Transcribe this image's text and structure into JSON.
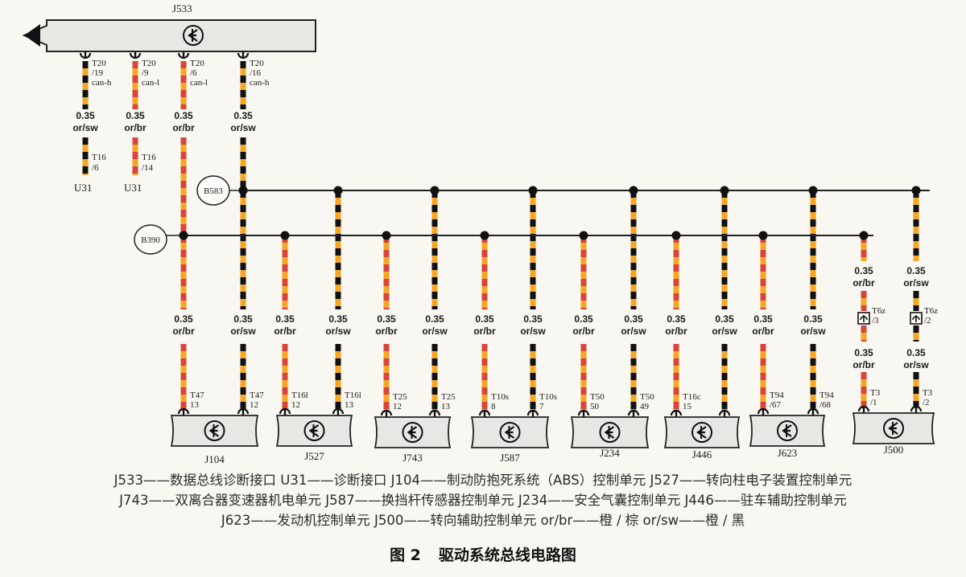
{
  "diagram": {
    "gateway": {
      "label": "J533"
    },
    "gateway_pins": [
      {
        "conn": "T20",
        "pin": "/19",
        "sig": "can-h"
      },
      {
        "conn": "T20",
        "pin": "/9",
        "sig": "can-l"
      },
      {
        "conn": "T20",
        "pin": "/6",
        "sig": "can-l"
      },
      {
        "conn": "T20",
        "pin": "/16",
        "sig": "can-h"
      }
    ],
    "gateway_wires": [
      {
        "gauge": "0.35",
        "color": "or/sw"
      },
      {
        "gauge": "0.35",
        "color": "or/br"
      },
      {
        "gauge": "0.35",
        "color": "or/br"
      },
      {
        "gauge": "0.35",
        "color": "or/sw"
      }
    ],
    "diag_connectors": [
      {
        "conn": "T16",
        "pin": "/6",
        "label": "U31"
      },
      {
        "conn": "T16",
        "pin": "/14",
        "label": "U31"
      }
    ],
    "bus_nodes": [
      {
        "label": "B583"
      },
      {
        "label": "B390"
      }
    ],
    "modules": [
      {
        "label": "J104",
        "pins": [
          {
            "gauge": "0.35",
            "color": "or/br",
            "conn": "T47",
            "pin": "13"
          },
          {
            "gauge": "0.35",
            "color": "or/sw",
            "conn": "T47",
            "pin": "12"
          }
        ]
      },
      {
        "label": "J527",
        "pins": [
          {
            "gauge": "0.35",
            "color": "or/br",
            "conn": "T16l",
            "pin": "12"
          },
          {
            "gauge": "0.35",
            "color": "or/sw",
            "conn": "T16l",
            "pin": "13"
          }
        ]
      },
      {
        "label": "J743",
        "pins": [
          {
            "gauge": "0.35",
            "color": "or/br",
            "conn": "T25",
            "pin": "12"
          },
          {
            "gauge": "0.35",
            "color": "or/sw",
            "conn": "T25",
            "pin": "13"
          }
        ]
      },
      {
        "label": "J587",
        "pins": [
          {
            "gauge": "0.35",
            "color": "or/br",
            "conn": "T10s",
            "pin": "8"
          },
          {
            "gauge": "0.35",
            "color": "or/sw",
            "conn": "T10s",
            "pin": "7"
          }
        ]
      },
      {
        "label": "J234",
        "pins": [
          {
            "gauge": "0.35",
            "color": "or/br",
            "conn": "T50",
            "pin": "50"
          },
          {
            "gauge": "0.35",
            "color": "or/sw",
            "conn": "T50",
            "pin": "49"
          }
        ]
      },
      {
        "label": "J446",
        "pins": [
          {
            "gauge": "0.35",
            "color": "or/br",
            "conn": "T16c",
            "pin": "15"
          },
          {
            "gauge": "0.35",
            "color": "or/sw",
            "conn": "",
            "pin": ""
          }
        ]
      },
      {
        "label": "J623",
        "pins": [
          {
            "gauge": "0.35",
            "color": "or/br",
            "conn": "T94",
            "pin": "/67"
          },
          {
            "gauge": "0.35",
            "color": "or/sw",
            "conn": "T94",
            "pin": "/68"
          }
        ]
      },
      {
        "label": "J500",
        "pins": [
          {
            "gauge": "0.35",
            "color": "or/br",
            "conn": "T3",
            "pin": "/1"
          },
          {
            "gauge": "0.35",
            "color": "or/sw",
            "conn": "T3",
            "pin": "/2"
          }
        ]
      }
    ],
    "intermediate": [
      {
        "conn": "T6z",
        "pin": "/3",
        "gauge": "0.35",
        "color": "or/br"
      },
      {
        "conn": "T6z",
        "pin": "/2",
        "gauge": "0.35",
        "color": "or/sw"
      }
    ],
    "colors": {
      "wire_orange": "#f5a623",
      "wire_brown": "#d9453a",
      "wire_black": "#111111",
      "bus_line": "#222222",
      "box_fill": "#e9e7e3"
    }
  },
  "legend": {
    "line1": "J533——数据总线诊断接口  U31——诊断接口  J104——制动防抱死系统（ABS）控制单元  J527——转向柱电子装置控制单元",
    "line2": "J743——双离合器变速器机电单元  J587——换挡杆传感器控制单元  J234——安全气囊控制单元  J446——驻车辅助控制单元",
    "line3": "J623——发动机控制单元  J500——转向辅助控制单元  or/br——橙 / 棕  or/sw——橙 / 黑"
  },
  "figure": {
    "number": "图 2",
    "title": "驱动系统总线电路图"
  }
}
